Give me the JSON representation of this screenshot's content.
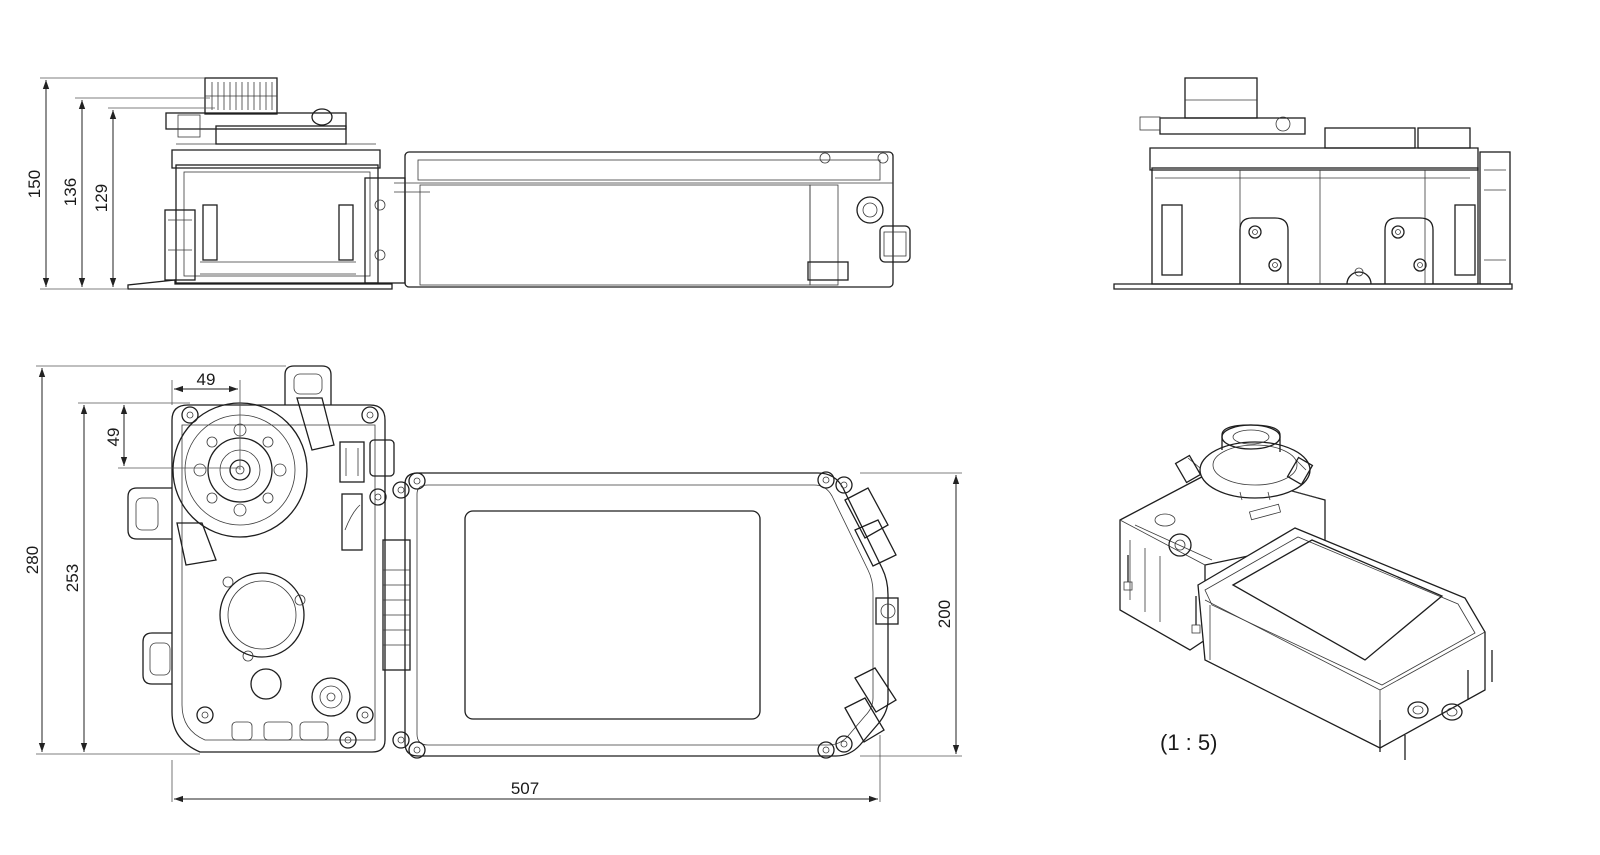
{
  "dimensions": {
    "side_overall_height": "150",
    "side_height_2": "136",
    "side_height_3": "129",
    "plan_overall_depth": "280",
    "plan_depth_2": "253",
    "plan_shaft_offset_x": "49",
    "plan_shaft_offset_y": "49",
    "enclosure_depth": "200",
    "overall_length": "507"
  },
  "scale_note": "(1 : 5)"
}
